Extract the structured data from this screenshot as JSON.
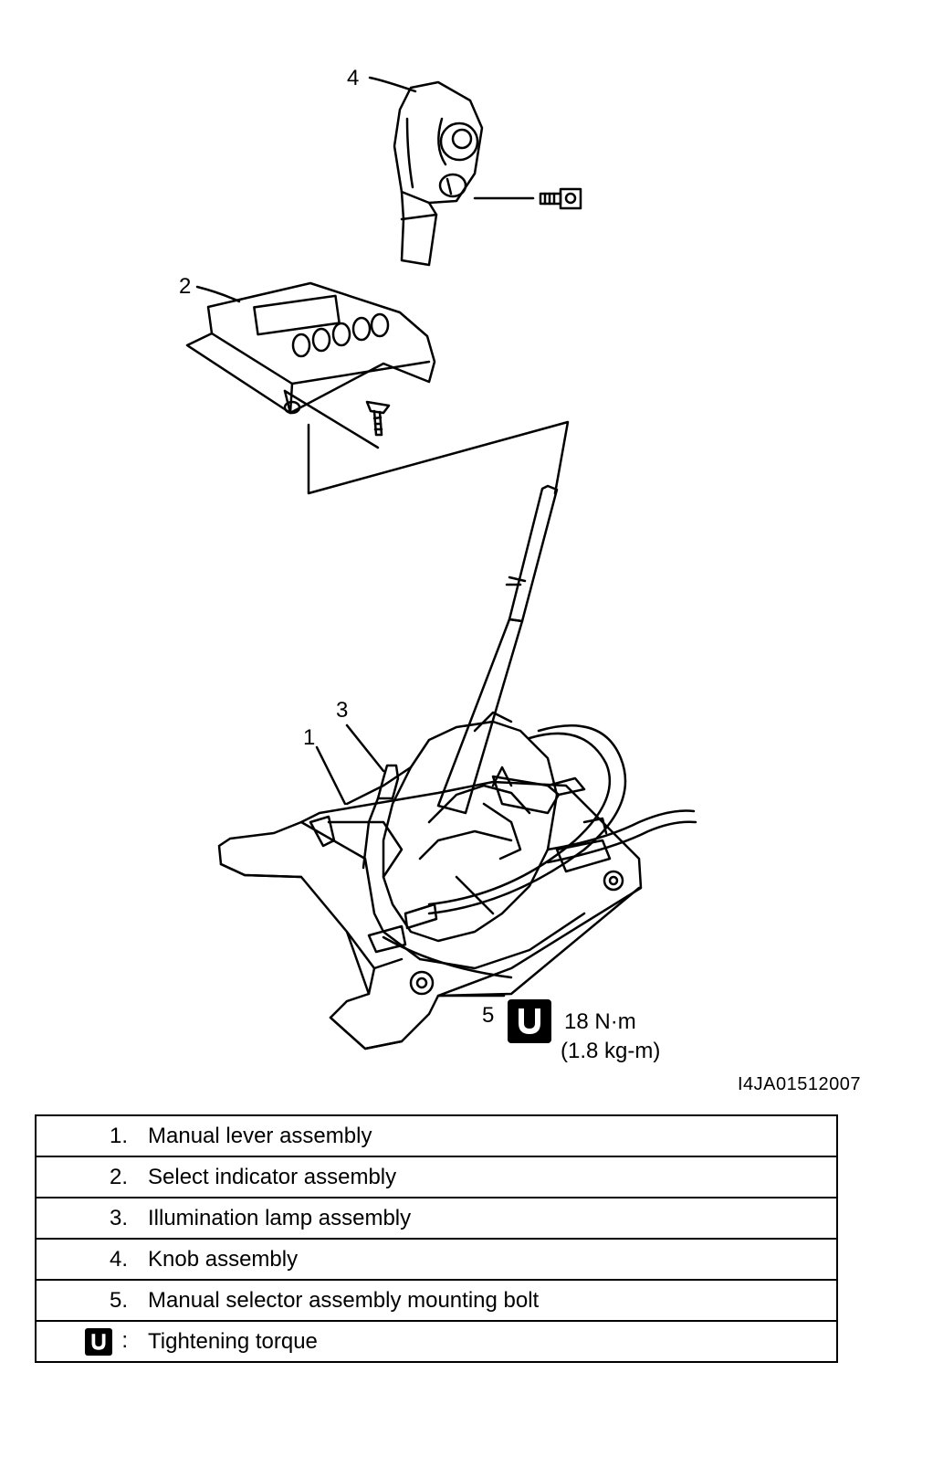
{
  "callouts": {
    "c1": "1",
    "c2": "2",
    "c3": "3",
    "c4": "4",
    "c5": "5"
  },
  "torque": {
    "nm": "18 N·m",
    "kgm": "(1.8 kg-m)"
  },
  "figure_code": "I4JA01512007",
  "legend": {
    "rows": [
      {
        "num": "1.",
        "label": "Manual lever assembly"
      },
      {
        "num": "2.",
        "label": "Select indicator assembly"
      },
      {
        "num": "3.",
        "label": "Illumination lamp assembly"
      },
      {
        "num": "4.",
        "label": "Knob assembly"
      },
      {
        "num": "5.",
        "label": "Manual selector assembly mounting bolt"
      }
    ],
    "symbol_row": {
      "sep": ":",
      "label": "Tightening torque"
    }
  },
  "icons": {
    "torque_symbol": "wrench-torque-icon"
  }
}
